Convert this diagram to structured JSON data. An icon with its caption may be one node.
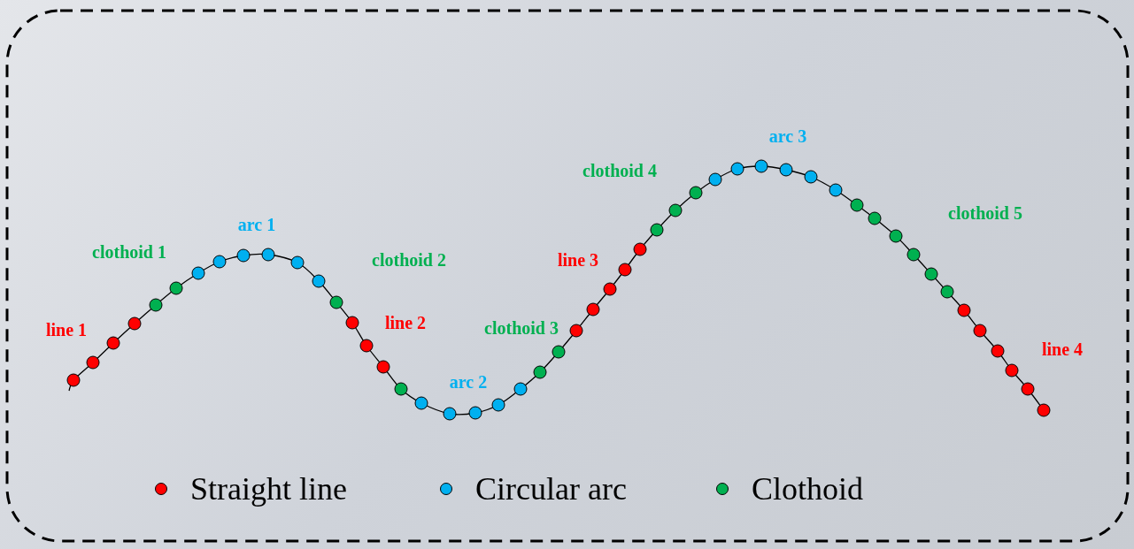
{
  "diagram": {
    "labels": [
      "line 1",
      "clothoid 1",
      "arc 1",
      "clothoid 2",
      "line 2",
      "arc 2",
      "clothoid 3",
      "line 3",
      "clothoid 4",
      "arc 3",
      "clothoid 5",
      "line 4"
    ],
    "legend": [
      {
        "text": "Straight line",
        "color": "#ff0000"
      },
      {
        "text": "Circular arc",
        "color": "#00b0f0"
      },
      {
        "text": "Clothoid",
        "color": "#00b050"
      }
    ]
  }
}
